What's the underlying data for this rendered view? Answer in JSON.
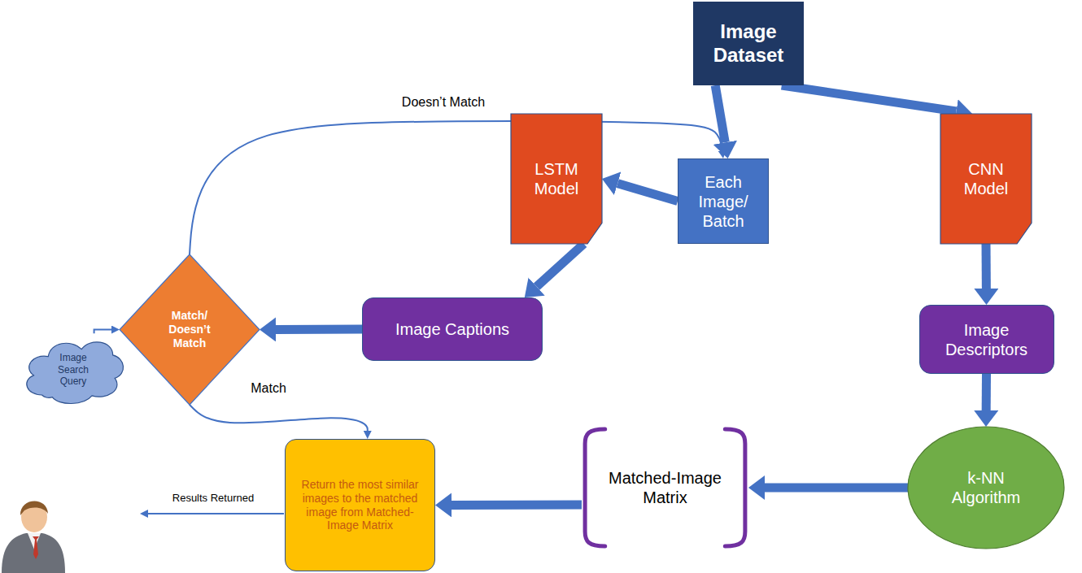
{
  "diagram": {
    "nodes": [
      {
        "text": [
          "Image Dataset"
        ]
      },
      {
        "text": [
          "Each Image/ Batch"
        ]
      },
      {
        "text": [
          "LSTM Model"
        ]
      },
      {
        "text": [
          "CNN Model"
        ]
      },
      {
        "text": [
          "Match/ Doesn’t Match"
        ]
      },
      {
        "text": [
          "Image Captions"
        ]
      },
      {
        "text": [
          "Image Descriptors"
        ]
      },
      {
        "text": [
          "k-NN Algorithm"
        ]
      },
      {
        "text": [
          "Matched-Image Matrix"
        ]
      },
      {
        "text": [
          "Return the most similar images to the matched image from Matched-Image Matrix"
        ]
      },
      {
        "text": [
          "Image Search Query"
        ]
      }
    ],
    "edges": [
      {
        "from": 0,
        "to": 1,
        "arrow": "to"
      },
      {
        "from": 0,
        "to": 3,
        "arrow": "to"
      },
      {
        "from": 1,
        "to": 2,
        "arrow": "to"
      },
      {
        "from": 2,
        "to": 5,
        "arrow": "to"
      },
      {
        "from": 5,
        "to": 4,
        "arrow": "to"
      },
      {
        "from": 4,
        "to": 1,
        "label": "Doesn’t Match",
        "arrow": "to"
      },
      {
        "from": 4,
        "to": 9,
        "label": "Match",
        "arrow": "to"
      },
      {
        "from": 3,
        "to": 6,
        "arrow": "to"
      },
      {
        "from": 6,
        "to": 7,
        "arrow": "to"
      },
      {
        "from": 7,
        "to": 8,
        "arrow": "to"
      },
      {
        "from": 8,
        "to": 9,
        "arrow": "to"
      },
      {
        "from": 10,
        "to": 4,
        "arrow": "to"
      }
    ],
    "labels": [
      "Results Returned"
    ]
  }
}
